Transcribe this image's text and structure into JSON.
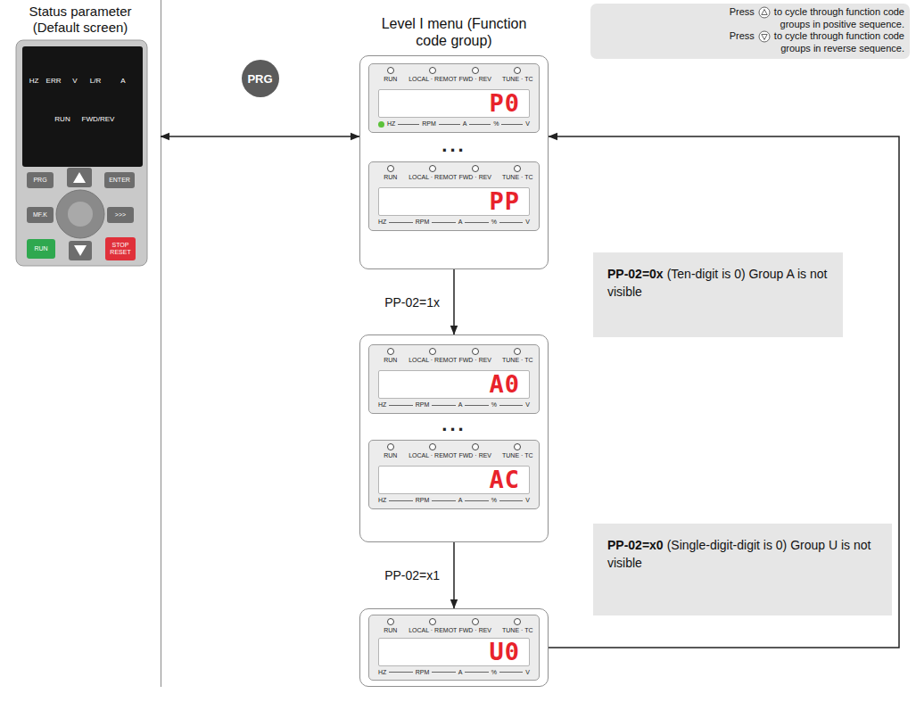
{
  "diagram": {
    "nodes": [
      {
        "text": [
          "Status parameter (Default screen)"
        ]
      },
      {
        "text": [
          "Level I menu (Function code group)",
          "..."
        ]
      },
      {
        "text": [
          "P0",
          "RUN",
          "LOCAL · REMOT",
          "FWD · REV",
          "TUNE · TC",
          "HZ",
          "RPM",
          "A",
          "%",
          "V"
        ],
        "in": 1
      },
      {
        "text": [
          "PP",
          "RUN",
          "LOCAL · REMOT",
          "FWD · REV",
          "TUNE · TC",
          "HZ",
          "RPM",
          "A",
          "%",
          "V"
        ],
        "in": 1
      },
      {
        "text": [
          "..."
        ]
      },
      {
        "text": [
          "A0",
          "RUN",
          "LOCAL · REMOT",
          "FWD · REV",
          "TUNE · TC",
          "HZ",
          "RPM",
          "A",
          "%",
          "V"
        ],
        "in": 4
      },
      {
        "text": [
          "AC",
          "RUN",
          "LOCAL · REMOT",
          "FWD · REV",
          "TUNE · TC",
          "HZ",
          "RPM",
          "A",
          "%",
          "V"
        ],
        "in": 4
      },
      {
        "text": [
          "U0",
          "RUN",
          "LOCAL · REMOT",
          "FWD · REV",
          "TUNE · TC",
          "HZ",
          "RPM",
          "A",
          "%",
          "V"
        ]
      },
      {
        "text": [
          "PP-02=0x",
          "(Ten-digit is 0) Group A is not visible"
        ]
      },
      {
        "text": [
          "PP-02=x0",
          "(Single-digit-digit is 0) Group U is not visible"
        ]
      },
      {
        "text": [
          "Press",
          "to cycle through function code groups in positive sequence.",
          "Press",
          "to cycle through function code groups in reverse sequence."
        ]
      }
    ],
    "edges": [
      {
        "from": 0,
        "to": 1,
        "arrow": "both",
        "label": "PRG"
      },
      {
        "from": 1,
        "to": 4,
        "arrow": "to",
        "label": "PP-02=1x"
      },
      {
        "from": 4,
        "to": 7,
        "arrow": "to",
        "label": "PP-02=x1"
      },
      {
        "from": 7,
        "to": 1,
        "arrow": "to"
      }
    ],
    "labels": [
      "HZ",
      "ERR",
      "V",
      "L/R",
      "A",
      "RUN",
      "FWD/REV",
      "PRG",
      "ENTER",
      "MF.K",
      ">>>",
      "RUN",
      "STOP RESET"
    ]
  }
}
